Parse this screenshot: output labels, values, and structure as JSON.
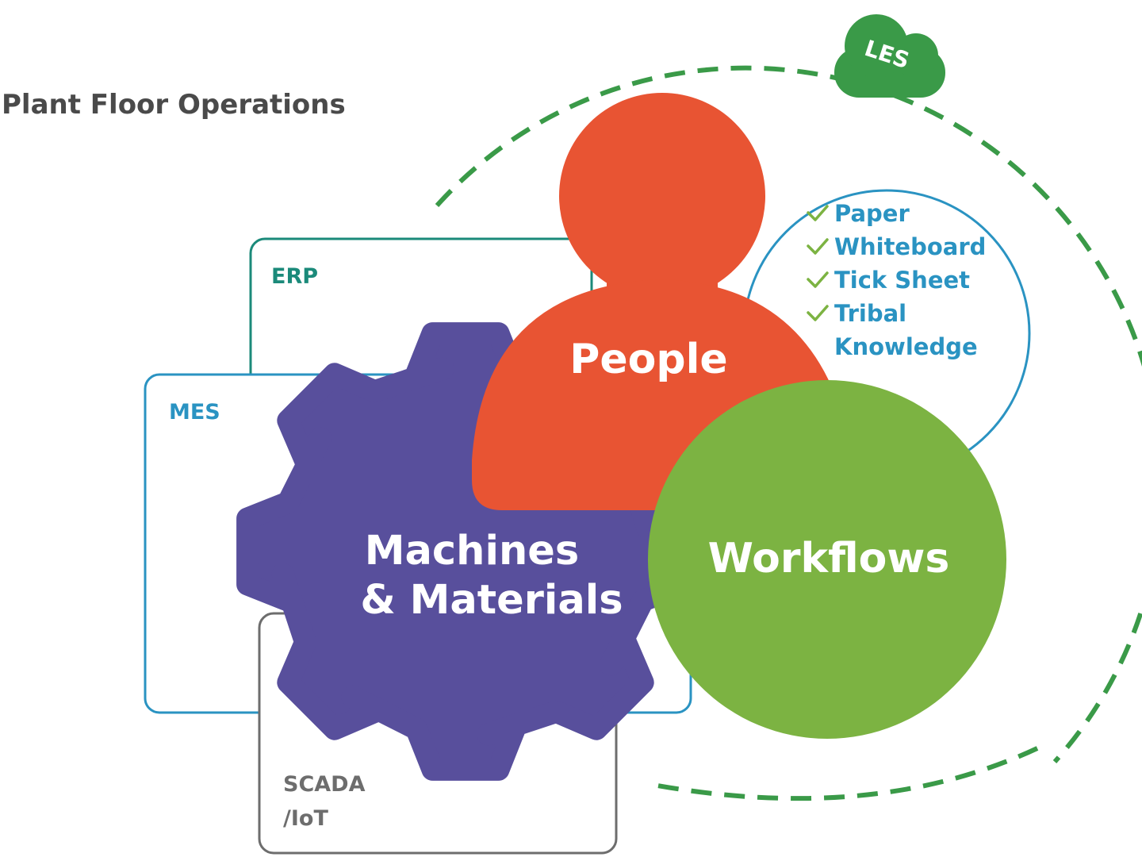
{
  "title": "Plant Floor Operations",
  "cloud_label": "LES",
  "systems": {
    "erp": "ERP",
    "mes": "MES",
    "scada_line1": "SCADA",
    "scada_line2": "/IoT"
  },
  "people_label": "People",
  "machines_line1": "Machines",
  "machines_line2": "& Materials",
  "workflows_label": "Workflows",
  "manual_methods": [
    "Paper",
    "Whiteboard",
    "Tick Sheet",
    "Tribal",
    "Knowledge"
  ],
  "colors": {
    "erp": "#1b8a7a",
    "mes": "#2a93c2",
    "scada": "#6d6d6d",
    "people": "#e85433",
    "machines": "#584f9c",
    "workflows": "#7cb342",
    "les": "#3a9a48",
    "list_text": "#2a93c2",
    "check": "#7cb342",
    "title": "#4a4a4a"
  }
}
